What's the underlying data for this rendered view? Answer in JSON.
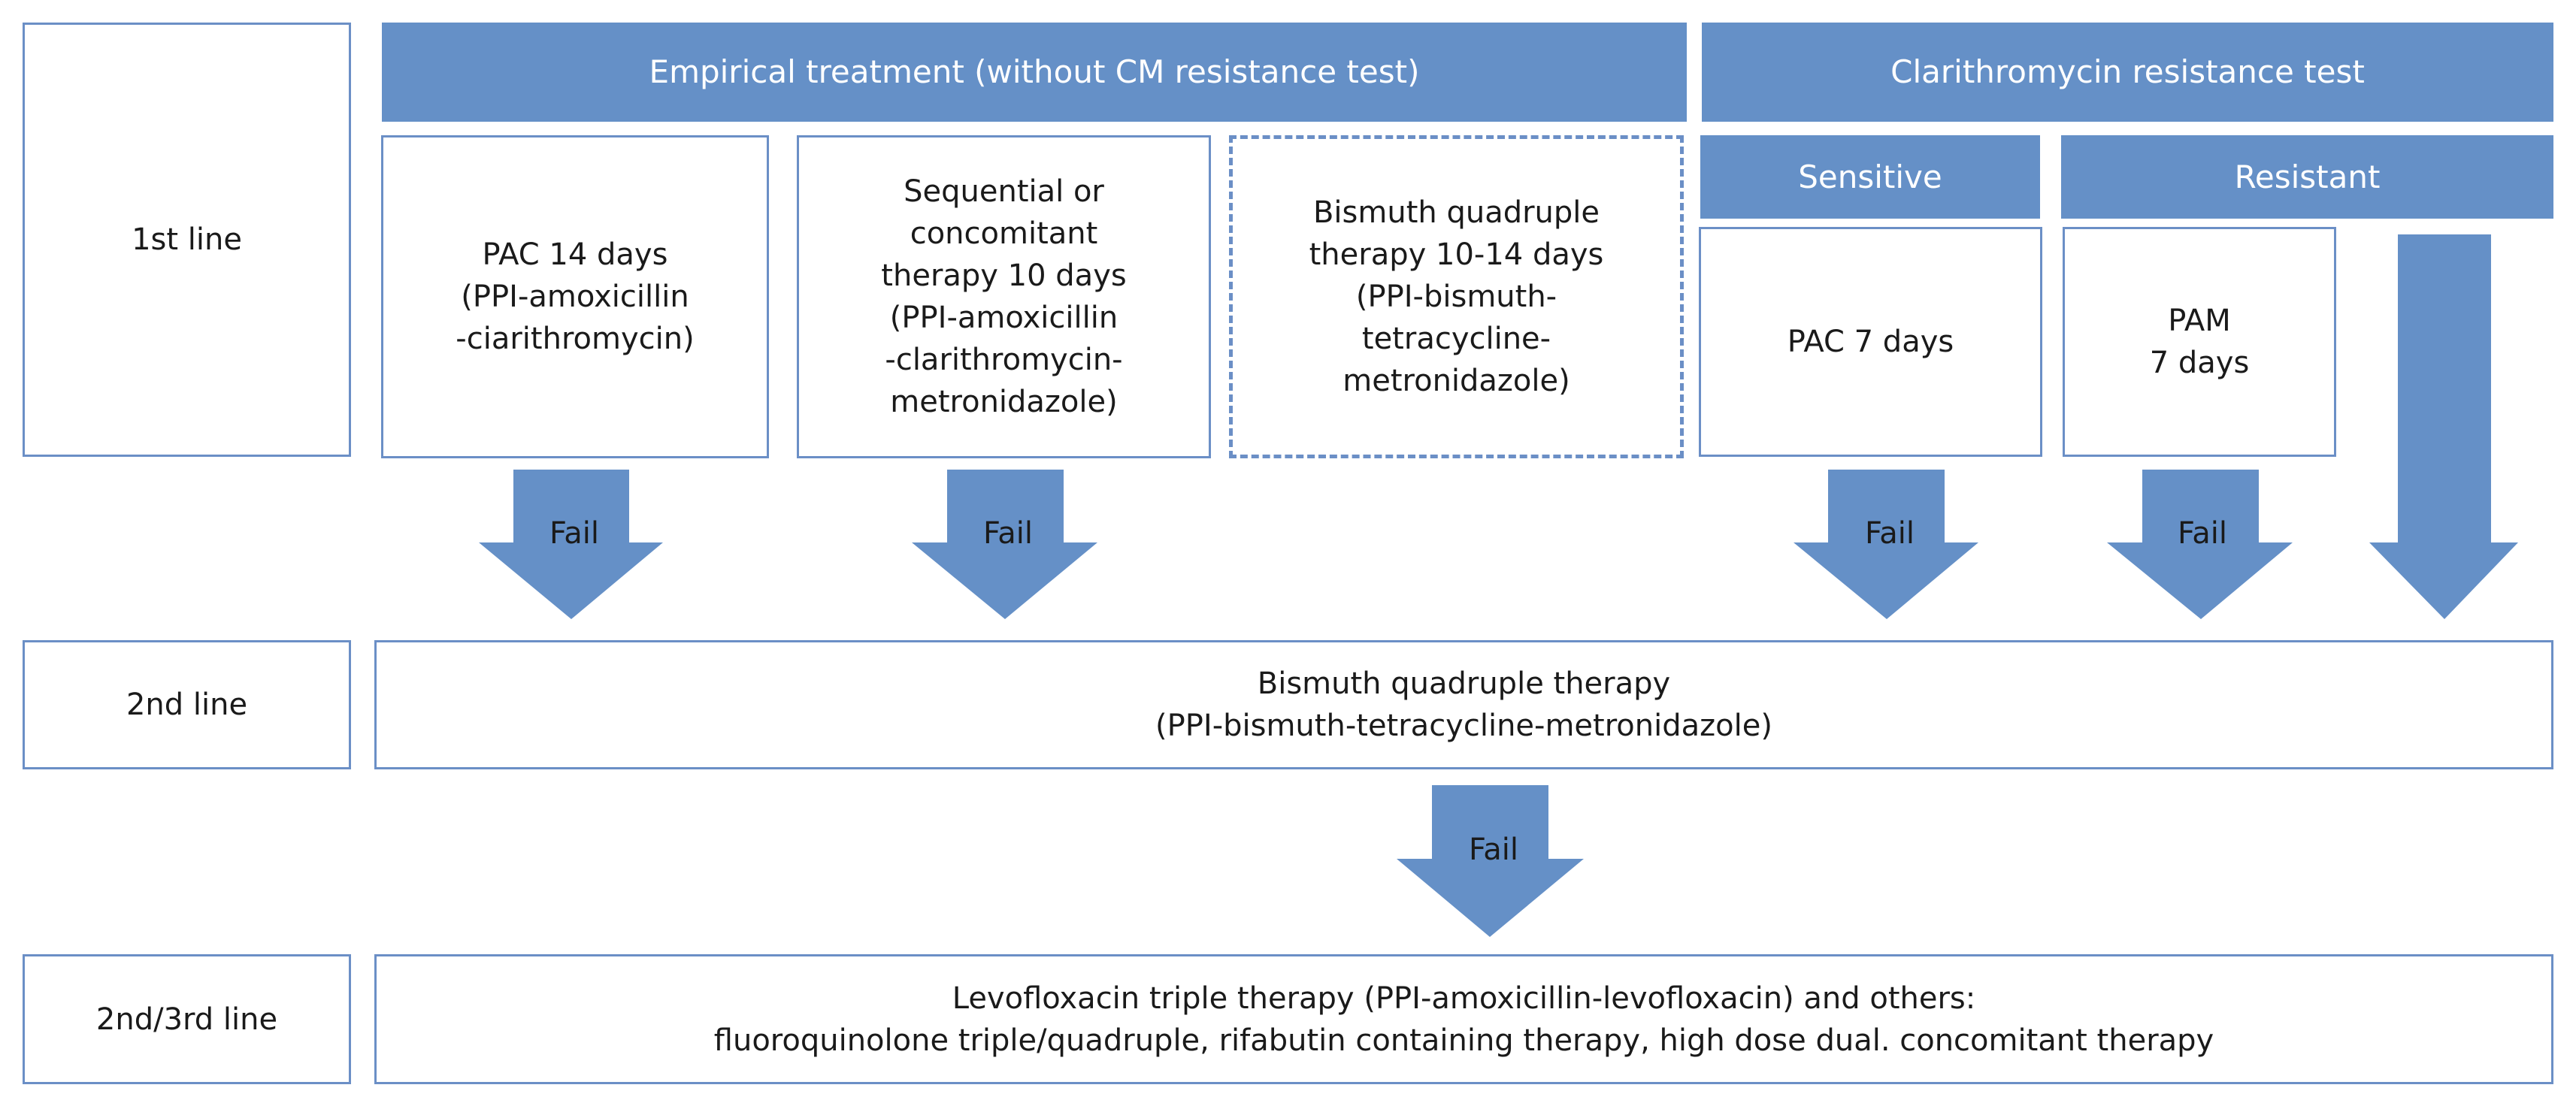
{
  "rows": {
    "first": "1st line",
    "second": "2nd line",
    "third": "2nd/3rd line"
  },
  "headers": {
    "empirical": "Empirical treatment (without CM resistance test)",
    "cm_test": "Clarithromycin resistance test",
    "sensitive": "Sensitive",
    "resistant": "Resistant"
  },
  "first_line_boxes": {
    "pac14": [
      "PAC 14 days",
      "(PPI-amoxicillin",
      "-ciarithromycin)"
    ],
    "sequential": [
      "Sequential or",
      "concomitant",
      "therapy 10 days",
      "(PPI-amoxicillin",
      "-clarithromycin-",
      "metronidazole)"
    ],
    "bismuth": [
      "Bismuth quadruple",
      "therapy 10-14 days",
      "(PPI-bismuth-",
      "tetracycline-",
      "metronidazole)"
    ],
    "pac7": [
      "PAC 7 days"
    ],
    "pam": [
      "PAM",
      "7 days"
    ]
  },
  "second_line_box": [
    "Bismuth quadruple therapy",
    "(PPI-bismuth-tetracycline-metronidazole)"
  ],
  "third_line_box": [
    "Levofloxacin triple therapy (PPI-amoxicillin-levofloxacin) and others:",
    "fluoroquinolone triple/quadruple, rifabutin containing therapy, high dose dual. concomitant therapy"
  ],
  "arrow_label": "Fail",
  "colors": {
    "accent": "#6590c7",
    "border": "#6b8fc6",
    "text": "#1a1a1a"
  }
}
